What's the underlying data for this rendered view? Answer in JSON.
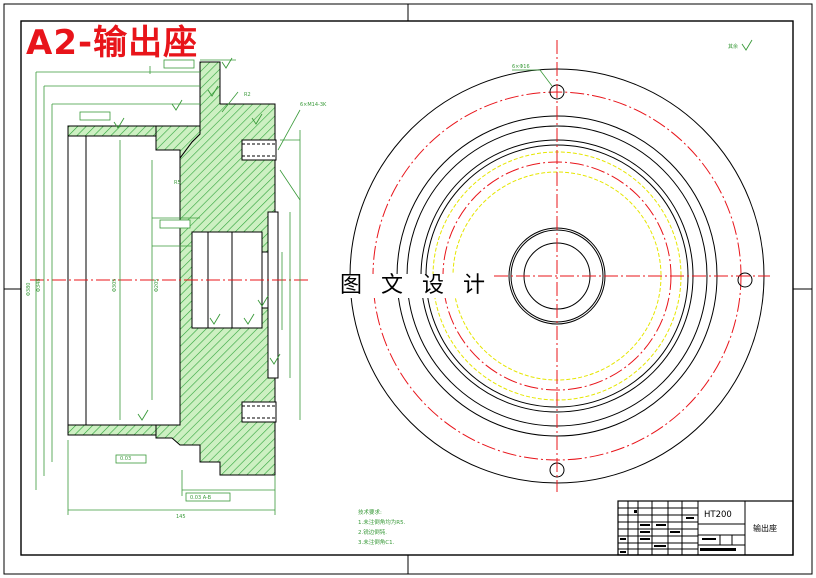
{
  "drawing": {
    "stamp_title": "A2-输出座",
    "watermark": "图 文 设 计",
    "material": "HT200",
    "part_name": "输出座",
    "tech_notes_title": "技术要求:",
    "tech_notes": [
      "1.未注倒角均为R5.",
      "2.锐边倒钝.",
      "3.未注倒角C1."
    ],
    "annotations": {
      "hole_callout": "6×Φ16",
      "thread_callout": "6×M14-3K",
      "roughness_other": "其余",
      "dia_left_1": "Φ380",
      "dia_left_2": "Φ348",
      "dia_inner": "Φ305",
      "dia_inner_2": "Φ205",
      "length_total": "145",
      "datum_ref": "0.03 A-B",
      "radius_1": "R5",
      "radius_2": "R2",
      "flatness": "0.03"
    },
    "colors": {
      "stamp": "#e8141a",
      "hatch_fill": "#cdf0c2",
      "hatch_line": "#2ea43a",
      "centerline": "#e8141a",
      "hidden_circle": "#e6e600",
      "leader_green": "#3a9a3a",
      "ink": "#000000"
    }
  }
}
